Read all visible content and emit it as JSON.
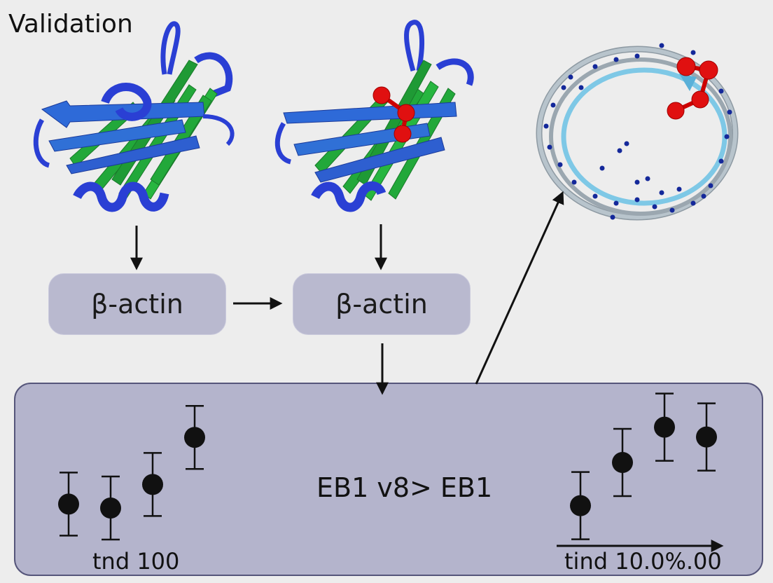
{
  "title": "Validation",
  "boxes": {
    "first": "β-actin",
    "second": "β-actin"
  },
  "panel": {
    "comparison": "EB1 v8> EB1",
    "left_label": "tnd 100",
    "right_label": "tind 10.0%.00"
  },
  "colors": {
    "background": "#ededed",
    "box_fill": "#b9b9cf",
    "panel_fill": "#b4b4cc",
    "strand_green": "#22a83a",
    "strand_blue": "#2e5fd0",
    "helix_blue": "#2a3fd4",
    "ligand_red": "#e01010",
    "ring_gray": "#b8c4cc",
    "ring_cyan": "#7ec8e6",
    "dot_navy": "#14289a"
  },
  "icons": [
    "protein-structure-icon",
    "ligand-bound-protein-icon",
    "ring-structure-icon"
  ],
  "chart_data": [
    {
      "type": "scatter",
      "series": [
        {
          "x": [
            1,
            2,
            3,
            4
          ],
          "y": [
            2.2,
            2.0,
            3.2,
            5.6
          ]
        }
      ]
    },
    {
      "type": "scatter",
      "series": [
        {
          "x": [
            1,
            2,
            3,
            4
          ],
          "y": [
            1.8,
            4.0,
            5.8,
            5.3
          ]
        }
      ]
    }
  ]
}
